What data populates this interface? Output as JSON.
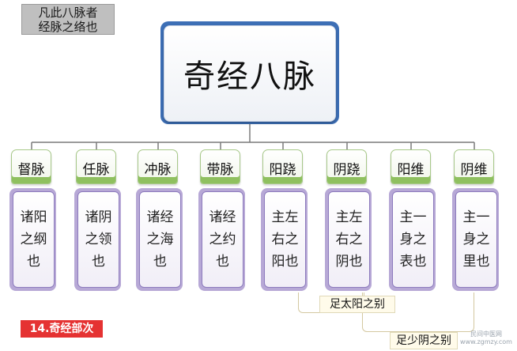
{
  "note_top_left": [
    "凡此八脉者",
    "经脉之络也"
  ],
  "title": "奇经八脉",
  "columns": [
    {
      "head": "督脉",
      "body": "诸阳\n之纲\n也"
    },
    {
      "head": "任脉",
      "body": "诸阴\n之领\n也"
    },
    {
      "head": "冲脉",
      "body": "诸经\n之海\n也"
    },
    {
      "head": "带脉",
      "body": "诸经\n之约\n也"
    },
    {
      "head": "阳跷",
      "body": "主左\n右之\n阳也"
    },
    {
      "head": "阴跷",
      "body": "主左\n右之\n阴也"
    },
    {
      "head": "阳维",
      "body": "主一\n身之\n表也"
    },
    {
      "head": "阴维",
      "body": "主一\n身之\n里也"
    }
  ],
  "bracket_labels": {
    "upper": "足太阳之别",
    "lower": "足少阴之别"
  },
  "footer": "14.奇经部次",
  "watermark": [
    "民间中医网",
    "www.zgmzy.com"
  ],
  "colors": {
    "title_frame": "#3d6fb6",
    "head_accent": "#8fc05f",
    "body_frame": "#8d7bbd",
    "footer_bg": "#e53232"
  }
}
